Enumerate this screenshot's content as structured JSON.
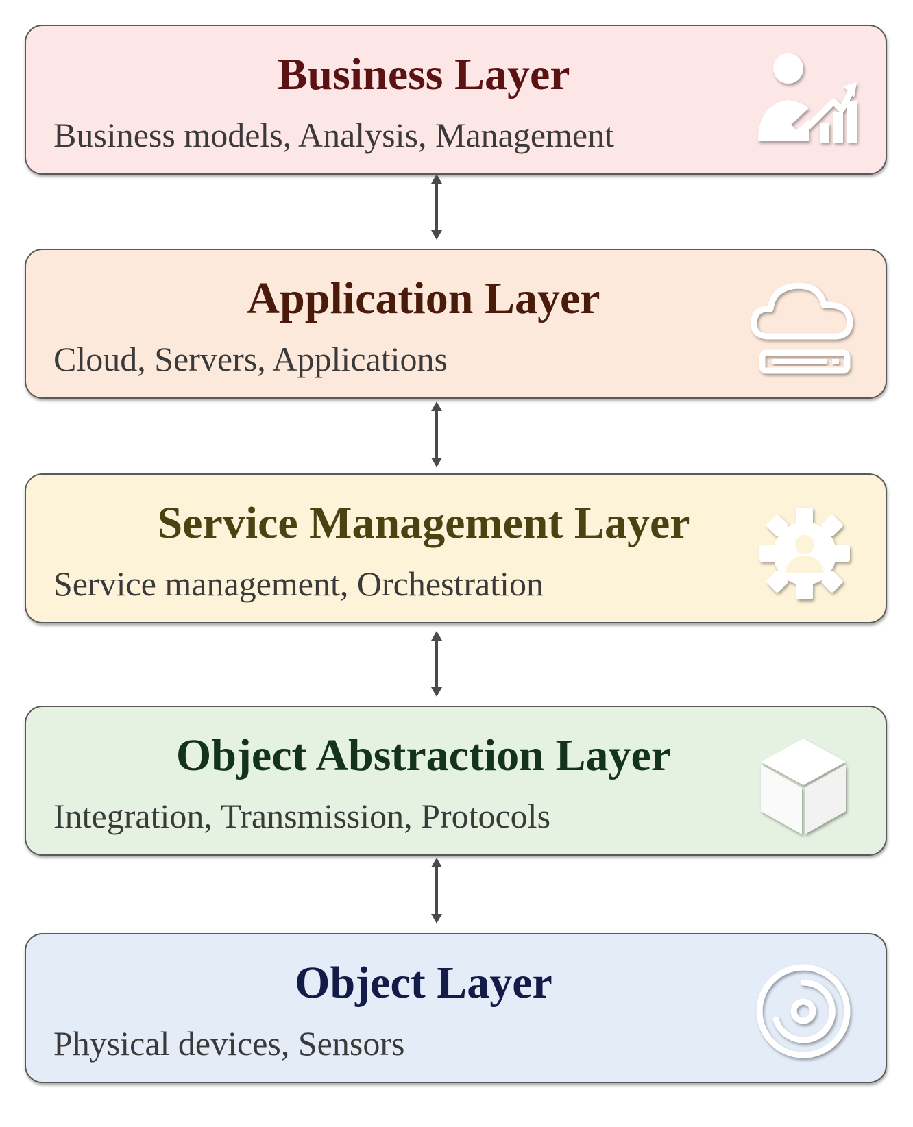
{
  "layers": [
    {
      "title": "Business Layer",
      "description": "Business models, Analysis, Management",
      "icon": "business-analyst-icon",
      "fill": "#fde6e6",
      "title_color": "#5a1212"
    },
    {
      "title": "Application Layer",
      "description": "Cloud, Servers, Applications",
      "icon": "cloud-server-icon",
      "fill": "#fde9dc",
      "title_color": "#4a1a0a"
    },
    {
      "title": "Service Management Layer",
      "description": "Service management, Orchestration",
      "icon": "gear-user-icon",
      "fill": "#fdf3d9",
      "title_color": "#4a4210"
    },
    {
      "title": "Object Abstraction Layer",
      "description": "Integration, Transmission, Protocols",
      "icon": "cube-icon",
      "fill": "#e5f2e1",
      "title_color": "#13331a"
    },
    {
      "title": "Object Layer",
      "description": "Physical devices, Sensors",
      "icon": "sensor-icon",
      "fill": "#e4ecf8",
      "title_color": "#131c48"
    }
  ],
  "connector_color": "#4a4a4a"
}
